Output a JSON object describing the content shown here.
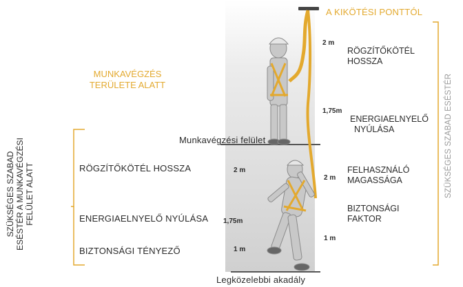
{
  "anchor_label": "A KIKÖTÉSI PONTTÓL",
  "work_area_label": [
    "MUNKAVÉGZÉS",
    "TERÜLETE ALATT"
  ],
  "surface_label": "Munkavégzési felület",
  "obstacle_label": "Legközelebbi akadály",
  "right_vertical_label": "SZÜKSÉGES SZABAD ESÉSTÉR",
  "left_vertical_label": [
    "SZÜKSÉGES SZABAD",
    "ESÉSTÉR A MUNKAVÉGZÉSI",
    "FELÜLET ALATT"
  ],
  "right_items": {
    "lanyard": [
      "RÖGZÍTŐKÖTÉL",
      "HOSSZA"
    ],
    "absorber": [
      "ENERGIAELNYELŐ",
      "NYÚLÁSA"
    ],
    "user_height": [
      "FELHASZNÁLÓ",
      "MAGASSÁGA"
    ],
    "safety": [
      "BIZTONSÁGI",
      "FAKTOR"
    ]
  },
  "right_measures": {
    "m1": "2 m",
    "m2": "1,75m",
    "m3": "2 m",
    "m4": "1 m"
  },
  "left_items": {
    "lanyard": "RÖGZÍTŐKÖTÉL HOSSZA",
    "absorber": "ENERGIAELNYELŐ NYÚLÁSA",
    "safety": "BIZTONSÁGI TÉNYEZŐ"
  },
  "left_measures": {
    "m1": "2 m",
    "m2": "1,75m",
    "m3": "1 m"
  },
  "colors": {
    "accent": "#e3a92e",
    "gray": "#bdbdbd",
    "dark": "#2a2a2a"
  }
}
